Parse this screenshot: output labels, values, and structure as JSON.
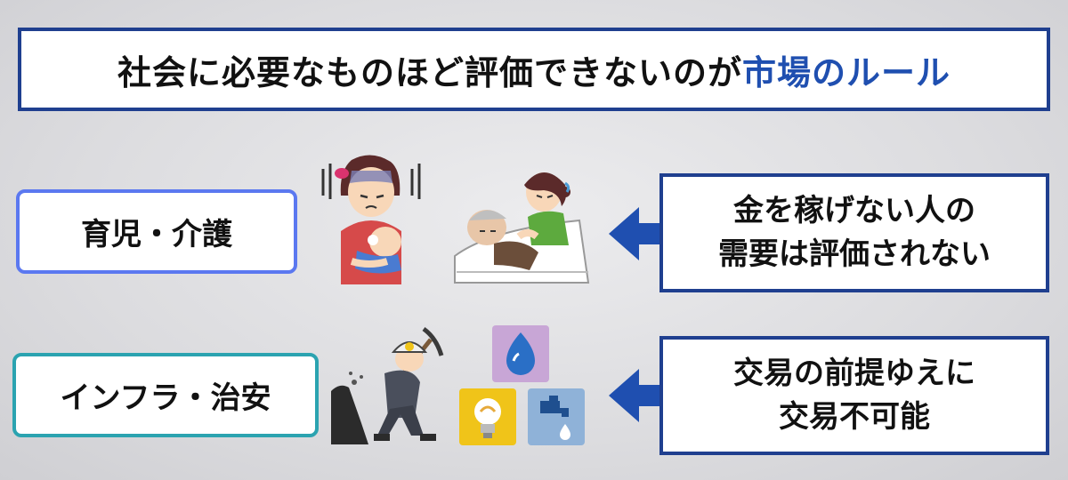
{
  "title": {
    "prefix": "社会に必要なものほど評価できないのが",
    "highlight": "市場のルール"
  },
  "categories": {
    "care": "育児・介護",
    "infrastructure": "インフラ・治安"
  },
  "messages": {
    "care": {
      "line1": "金を稼げない人の",
      "line2": "需要は評価されない"
    },
    "infrastructure": {
      "line1": "交易の前提ゆえに",
      "line2": "交易不可能"
    }
  },
  "illustrations": [
    "tired-mother-with-baby-icon",
    "caregiver-with-elderly-patient-icon",
    "miner-with-pickaxe-icon",
    "gas-flame-icon",
    "light-bulb-icon",
    "water-faucet-icon"
  ],
  "colors": {
    "navy": "#1f3f8f",
    "highlight_blue": "#1f4fb0",
    "care_border": "#5b78f0",
    "infra_border": "#2ba3b0",
    "arrow_blue": "#1f4fb0"
  }
}
